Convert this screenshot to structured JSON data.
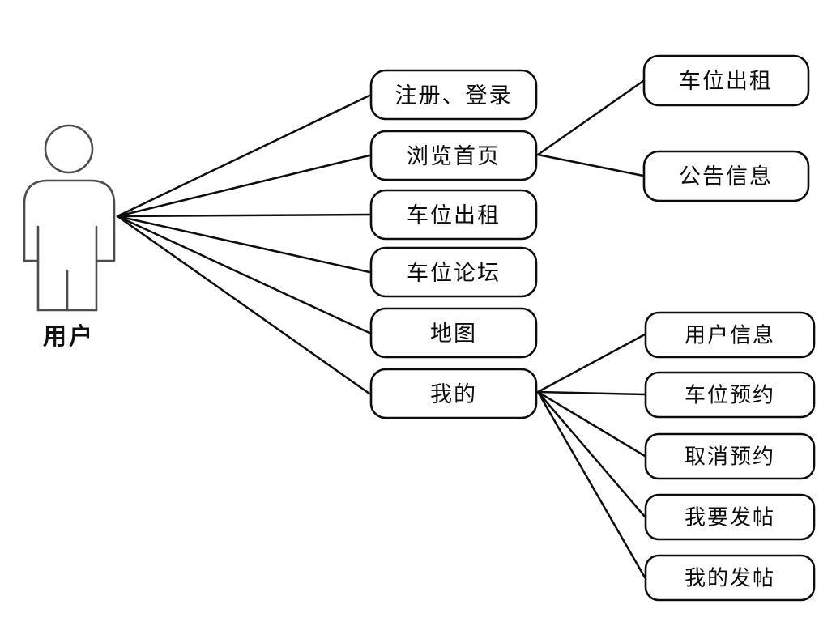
{
  "diagram": {
    "title": "parking-app-use-case-diagram",
    "actor": {
      "label": "用户"
    },
    "primary_nodes": [
      {
        "label": "注册、登录"
      },
      {
        "label": "浏览首页"
      },
      {
        "label": "车位出租"
      },
      {
        "label": "车位论坛"
      },
      {
        "label": "地图"
      },
      {
        "label": "我的"
      }
    ],
    "browse_sub_nodes": [
      {
        "label": "车位出租"
      },
      {
        "label": "公告信息"
      }
    ],
    "my_sub_nodes": [
      {
        "label": "用户信息"
      },
      {
        "label": "车位预约"
      },
      {
        "label": "取消预约"
      },
      {
        "label": "我要发帖"
      },
      {
        "label": "我的发帖"
      }
    ],
    "edges": [
      {
        "from": "用户",
        "to": "注册、登录"
      },
      {
        "from": "用户",
        "to": "浏览首页"
      },
      {
        "from": "用户",
        "to": "车位出租"
      },
      {
        "from": "用户",
        "to": "车位论坛"
      },
      {
        "from": "用户",
        "to": "地图"
      },
      {
        "from": "用户",
        "to": "我的"
      },
      {
        "from": "浏览首页",
        "to": "车位出租"
      },
      {
        "from": "浏览首页",
        "to": "公告信息"
      },
      {
        "from": "我的",
        "to": "用户信息"
      },
      {
        "from": "我的",
        "to": "车位预约"
      },
      {
        "from": "我的",
        "to": "取消预约"
      },
      {
        "from": "我的",
        "to": "我要发帖"
      },
      {
        "from": "我的",
        "to": "我的发帖"
      }
    ]
  },
  "colors": {
    "background": "#ffffff",
    "box_border": "#0d0d0d",
    "box_fill": "#ffffff",
    "edge_line": "#0d0d0d",
    "actor_outline": "#4d4d4d",
    "text": "#0d0d0d"
  }
}
